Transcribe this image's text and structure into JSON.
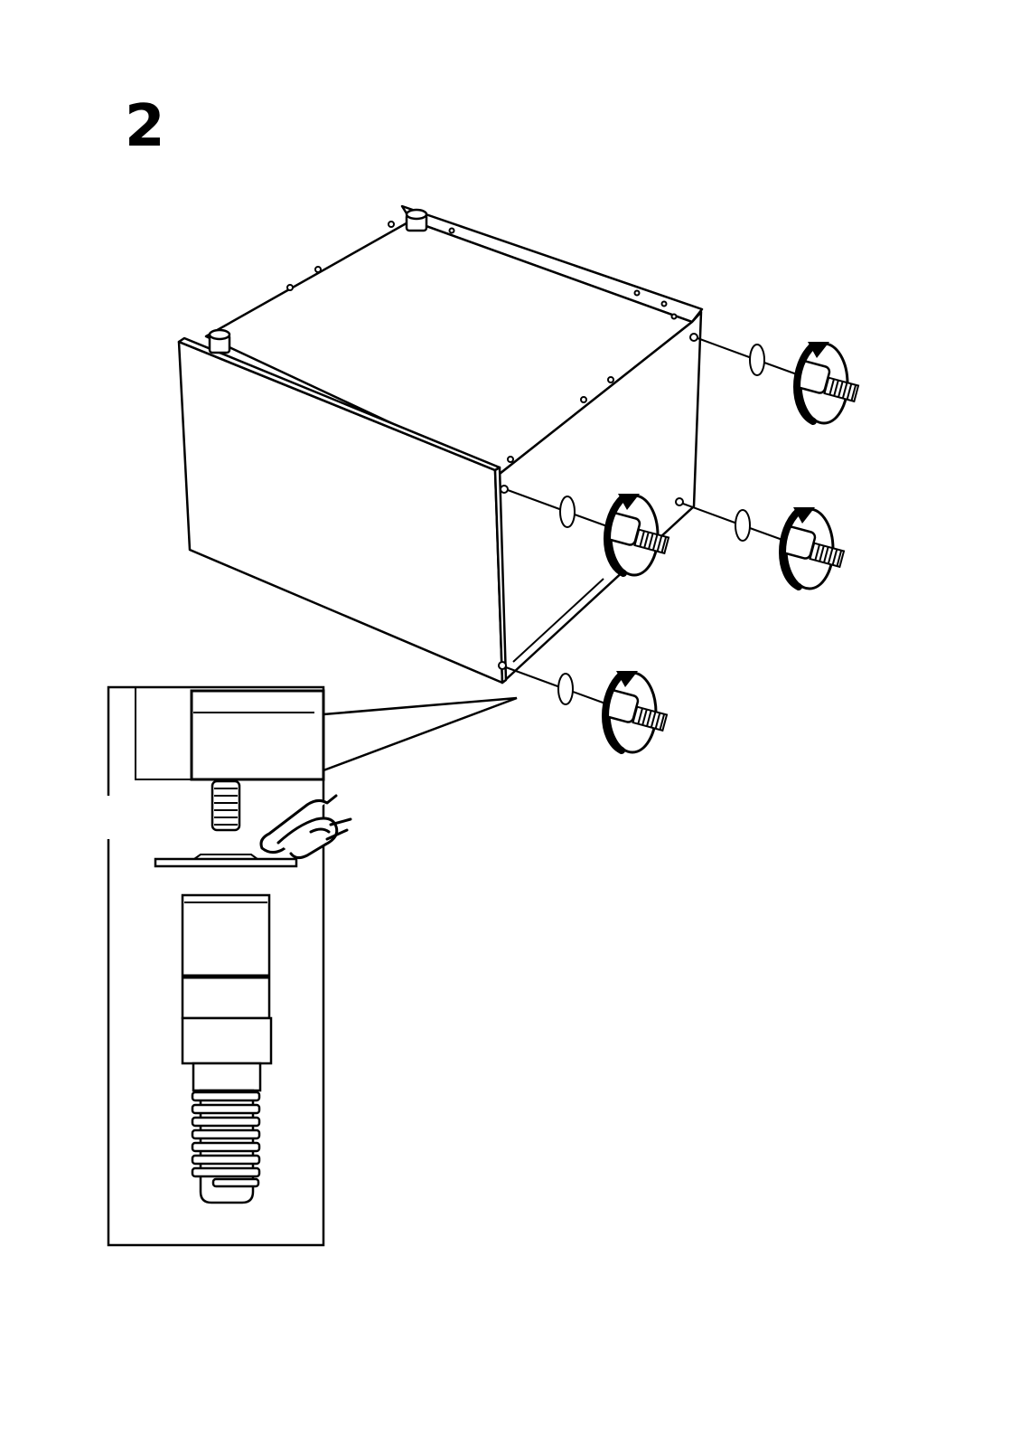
{
  "step": {
    "number": "2"
  },
  "diagram": {
    "line_color": "#000000",
    "fill_color": "#ffffff",
    "parts": {
      "cabinet": "cabinet-box",
      "legs": "adjustable-leg",
      "washers": "washer",
      "detail": "detail-inset"
    },
    "leg_count": 4,
    "icons": [
      "rotate-clockwise-arrow-icon",
      "pointing-hand-icon"
    ]
  }
}
